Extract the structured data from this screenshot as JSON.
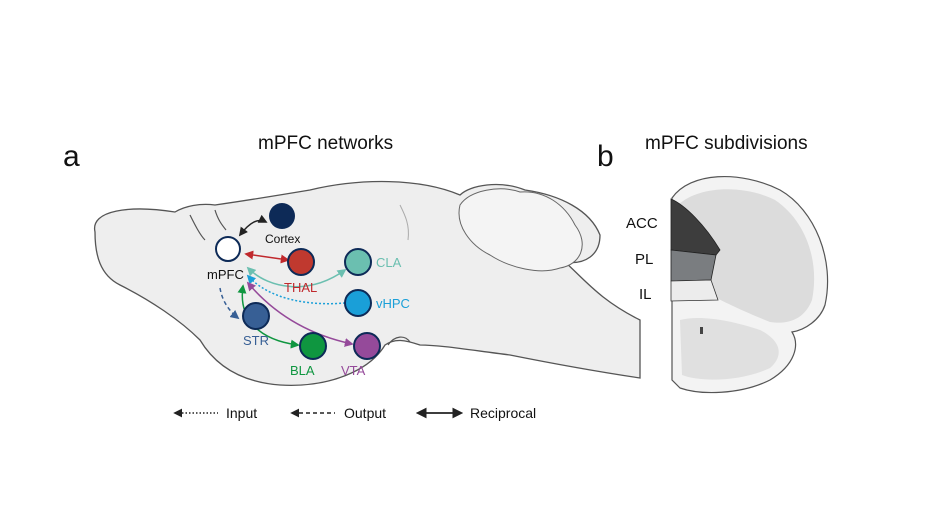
{
  "panel_a": {
    "letter": "a",
    "title": "mPFC networks",
    "nodes": [
      {
        "id": "mpfc",
        "label": "mPFC",
        "fill": "#ffffff",
        "label_color": "#111111"
      },
      {
        "id": "cortex",
        "label": "Cortex",
        "fill": "#0d2a57",
        "label_color": "#111111"
      },
      {
        "id": "thal",
        "label": "THAL",
        "fill": "#c0392f",
        "label_color": "#c0282c"
      },
      {
        "id": "cla",
        "label": "CLA",
        "fill": "#6bbfb0",
        "label_color": "#6bbfb0"
      },
      {
        "id": "vhpc",
        "label": "vHPC",
        "fill": "#1a9fd8",
        "label_color": "#1a9fd8"
      },
      {
        "id": "str",
        "label": "STR",
        "fill": "#375f95",
        "label_color": "#375f95"
      },
      {
        "id": "bla",
        "label": "BLA",
        "fill": "#0f9640",
        "label_color": "#0f9640"
      },
      {
        "id": "vta",
        "label": "VTA",
        "fill": "#954a9a",
        "label_color": "#954a9a"
      }
    ],
    "connections": [
      {
        "from": "mpfc",
        "to": "cortex",
        "type": "reciprocal",
        "color": "#222222"
      },
      {
        "from": "mpfc",
        "to": "thal",
        "type": "reciprocal",
        "color": "#c0282c"
      },
      {
        "from": "mpfc",
        "to": "cla",
        "type": "reciprocal",
        "color": "#6bbfb0"
      },
      {
        "from": "vhpc",
        "to": "mpfc",
        "type": "input",
        "color": "#1a9fd8"
      },
      {
        "from": "mpfc",
        "to": "str",
        "type": "output",
        "color": "#375f95"
      },
      {
        "from": "mpfc",
        "to": "bla",
        "type": "reciprocal",
        "color": "#0f9640"
      },
      {
        "from": "mpfc",
        "to": "vta",
        "type": "reciprocal",
        "color": "#954a9a"
      }
    ],
    "legend": {
      "input": "Input",
      "output": "Output",
      "reciprocal": "Reciprocal"
    }
  },
  "panel_b": {
    "letter": "b",
    "title": "mPFC subdivisions",
    "regions": [
      {
        "label": "ACC",
        "fill": "#3d3d3d"
      },
      {
        "label": "PL",
        "fill": "#7a7d80"
      },
      {
        "label": "IL",
        "fill": "#ececec"
      }
    ]
  }
}
